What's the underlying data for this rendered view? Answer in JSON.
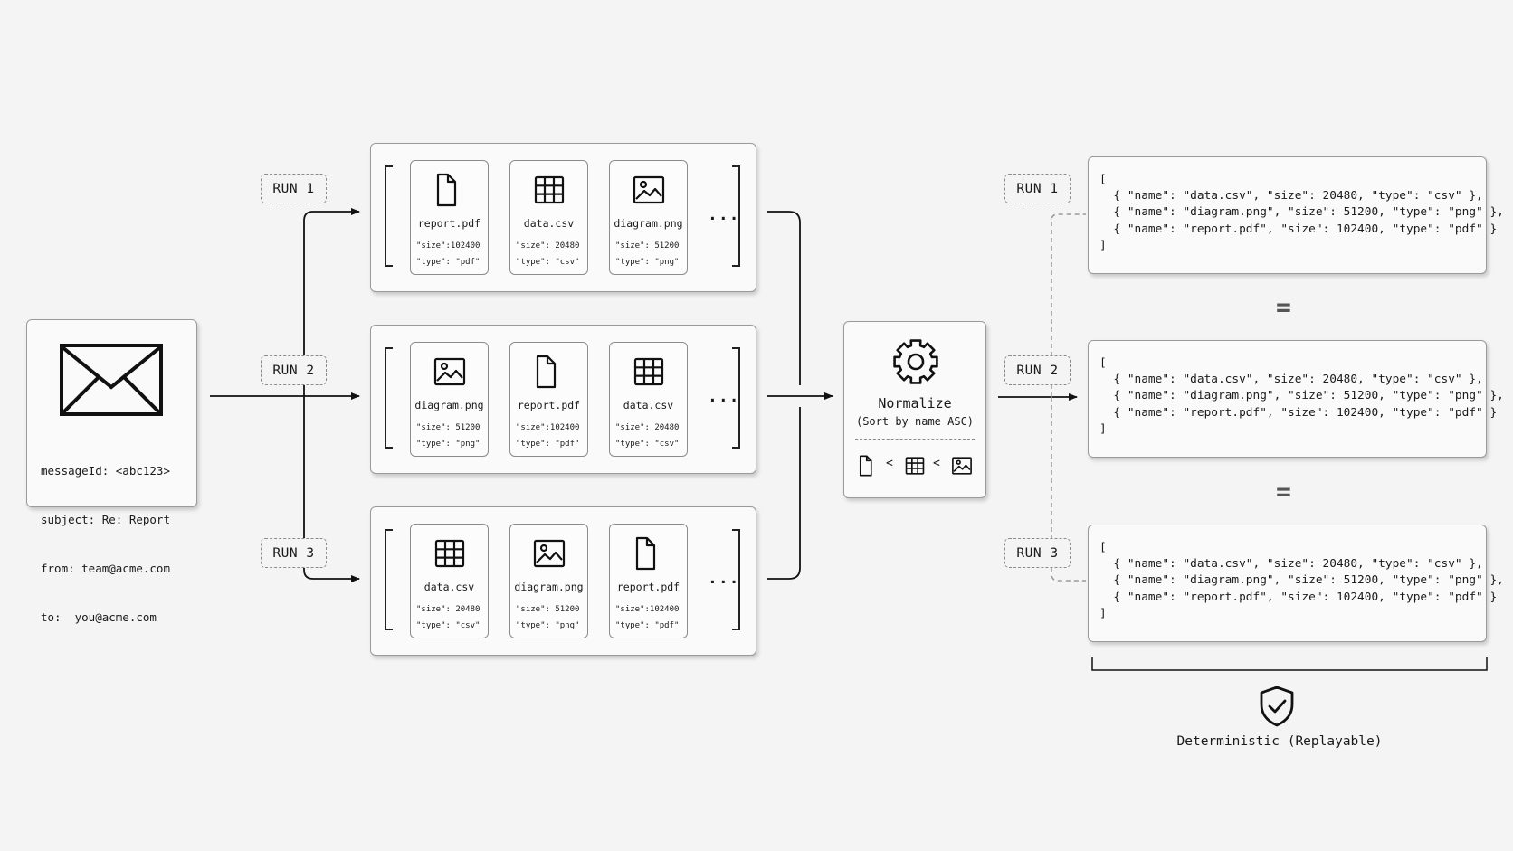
{
  "email": {
    "icon": "envelope-icon",
    "lines": [
      "messageId: <abc123>",
      "subject: Re: Report",
      "from: team@acme.com",
      "to:  you@acme.com"
    ]
  },
  "runs": [
    {
      "label": "RUN 1",
      "files": [
        {
          "icon": "document-icon",
          "name": "report.pdf",
          "size": "\"size\":102400",
          "type": "\"type\": \"pdf\""
        },
        {
          "icon": "table-icon",
          "name": "data.csv",
          "size": "\"size\": 20480",
          "type": "\"type\": \"csv\""
        },
        {
          "icon": "image-icon",
          "name": "diagram.png",
          "size": "\"size\": 51200",
          "type": "\"type\": \"png\""
        }
      ],
      "more": "..."
    },
    {
      "label": "RUN 2",
      "files": [
        {
          "icon": "image-icon",
          "name": "diagram.png",
          "size": "\"size\": 51200",
          "type": "\"type\": \"png\""
        },
        {
          "icon": "document-icon",
          "name": "report.pdf",
          "size": "\"size\":102400",
          "type": "\"type\": \"pdf\""
        },
        {
          "icon": "table-icon",
          "name": "data.csv",
          "size": "\"size\": 20480",
          "type": "\"type\": \"csv\""
        }
      ],
      "more": "..."
    },
    {
      "label": "RUN 3",
      "files": [
        {
          "icon": "table-icon",
          "name": "data.csv",
          "size": "\"size\": 20480",
          "type": "\"type\": \"csv\""
        },
        {
          "icon": "image-icon",
          "name": "diagram.png",
          "size": "\"size\": 51200",
          "type": "\"type\": \"png\""
        },
        {
          "icon": "document-icon",
          "name": "report.pdf",
          "size": "\"size\":102400",
          "type": "\"type\": \"pdf\""
        }
      ],
      "more": "..."
    }
  ],
  "normalize": {
    "icon": "gear-icon",
    "title": "Normalize",
    "subtitle": "(Sort by name ASC)",
    "order_icons": [
      "document-icon",
      "table-icon",
      "image-icon"
    ],
    "separator": "<"
  },
  "outputs": [
    {
      "label": "RUN 1",
      "lines": [
        "[",
        "  { \"name\": \"data.csv\", \"size\": 20480, \"type\": \"csv\" },",
        "  { \"name\": \"diagram.png\", \"size\": 51200, \"type\": \"png\" },",
        "  { \"name\": \"report.pdf\", \"size\": 102400, \"type\": \"pdf\" }",
        "]"
      ]
    },
    {
      "label": "RUN 2",
      "lines": [
        "[",
        "  { \"name\": \"data.csv\", \"size\": 20480, \"type\": \"csv\" },",
        "  { \"name\": \"diagram.png\", \"size\": 51200, \"type\": \"png\" },",
        "  { \"name\": \"report.pdf\", \"size\": 102400, \"type\": \"pdf\" }",
        "]"
      ]
    },
    {
      "label": "RUN 3",
      "lines": [
        "[",
        "  { \"name\": \"data.csv\", \"size\": 20480, \"type\": \"csv\" },",
        "  { \"name\": \"diagram.png\", \"size\": 51200, \"type\": \"png\" },",
        "  { \"name\": \"report.pdf\", \"size\": 102400, \"type\": \"pdf\" }",
        "]"
      ]
    }
  ],
  "equals": [
    "=",
    "="
  ],
  "result": {
    "icon": "shield-check-icon",
    "label": "Deterministic (Replayable)"
  }
}
